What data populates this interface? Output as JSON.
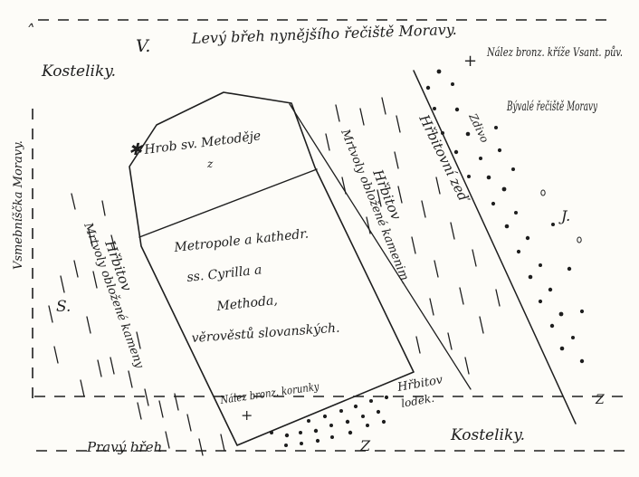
{
  "labels": {
    "north": "V.",
    "top_river": "Levý břeh nynějšího řečiště Moravy.",
    "kosteliky_top": "Kosteliky.",
    "left_river": "Vsmebníščka Moravy.",
    "find_cross": "Nález bronz. kříže Vsant. pův.",
    "old_river": "Bývalé řečiště Moravy",
    "grave": "Hrob sv. Metoděje",
    "grave_mark": "z",
    "cemetery_left": "Hřbitov",
    "cemetery_left_sub": "Mrtvoly obložené kameny",
    "metropolis_line1": "Metropole a kathedr.",
    "metropolis_line2": "ss. Cyrilla a",
    "metropolis_line3": "Methoda,",
    "metropolis_line4": "věrověstů slovanských.",
    "cemetery_mid_main": "Hřbitov",
    "cemetery_mid_sub": "Mrtvoly obložené kamenim.",
    "wall": "Hřbitovní zeď",
    "brick": "Zdivo",
    "east_mark": "J.",
    "west": "S.",
    "find_crown": "Nález bronz. korunky",
    "cemetery_small": "Hřbitov",
    "cemetery_small_sub": "lodek.",
    "kosteliky_bottom": "Kosteliky.",
    "south_mark": "Z",
    "right_mark": "Z",
    "right_river": "Pravý břeh"
  }
}
